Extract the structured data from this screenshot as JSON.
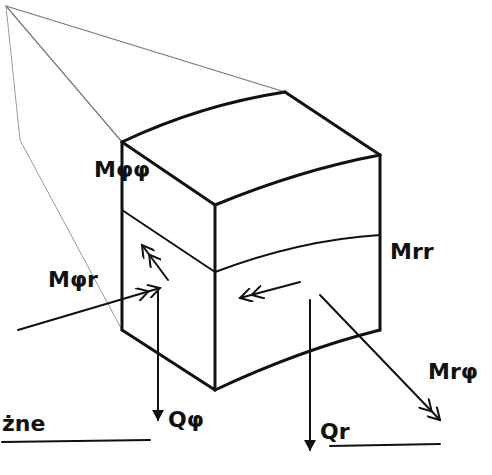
{
  "diagram": {
    "labels": [
      "Mφφ",
      "Mφr",
      "Mrr",
      "Mrφ",
      "Qφ",
      "Qr",
      "żne"
    ]
  }
}
